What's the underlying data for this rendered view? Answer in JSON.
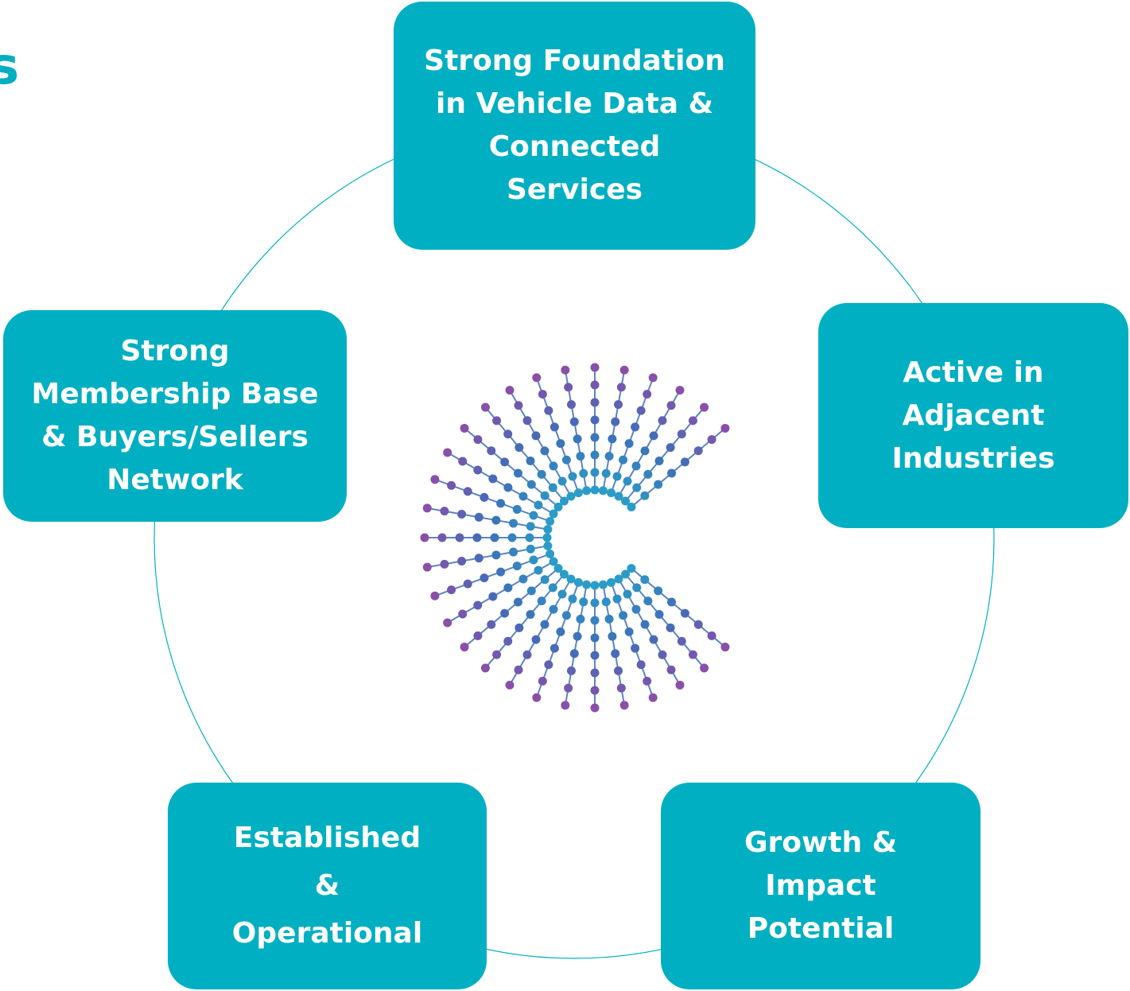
{
  "header": {
    "title_fragment": "s"
  },
  "diagram": {
    "theme_color": "#00AFC1",
    "logo": {
      "name": "c-logo",
      "colors": [
        "#2B9CC8",
        "#3E6FB8",
        "#8A4FA8"
      ]
    },
    "nodes": [
      {
        "id": "top",
        "lines": [
          "Strong Foundation",
          "in Vehicle Data &",
          "Connected",
          "Services"
        ]
      },
      {
        "id": "right",
        "lines": [
          "Active in",
          "Adjacent",
          "Industries"
        ]
      },
      {
        "id": "bottom-right",
        "lines": [
          "Growth &",
          "Impact",
          "Potential"
        ]
      },
      {
        "id": "bottom-left",
        "lines": [
          "Established",
          "&",
          "Operational"
        ]
      },
      {
        "id": "left",
        "lines": [
          "Strong",
          "Membership Base",
          "& Buyers/Sellers",
          "Network"
        ]
      }
    ]
  }
}
